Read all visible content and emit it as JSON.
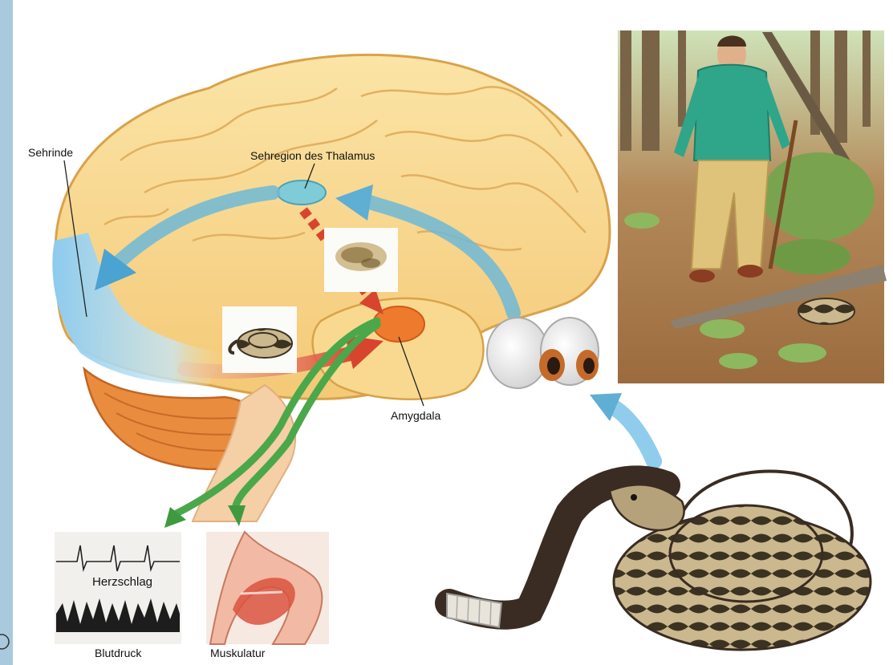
{
  "labels": {
    "visual_cortex": "Sehrinde",
    "thalamus": "Sehregion des Thalamus",
    "amygdala": "Amygdala",
    "heartbeat": "Herzschlag",
    "blood_pressure": "Blutdruck",
    "muscles": "Muskulatur"
  },
  "colors": {
    "brain": "#f7d58e",
    "visual_area": "#9fd3ee",
    "pathway_blue": "#5bb3e0",
    "pathway_red": "#d8452f",
    "pathway_green": "#4aa84a",
    "amygdala": "#e8702a",
    "cerebellum": "#e88a3c"
  },
  "icons": [
    "brain",
    "eyes",
    "snake",
    "man-in-forest",
    "heartbeat-trace",
    "blood-pressure-trace",
    "leg-muscle"
  ]
}
